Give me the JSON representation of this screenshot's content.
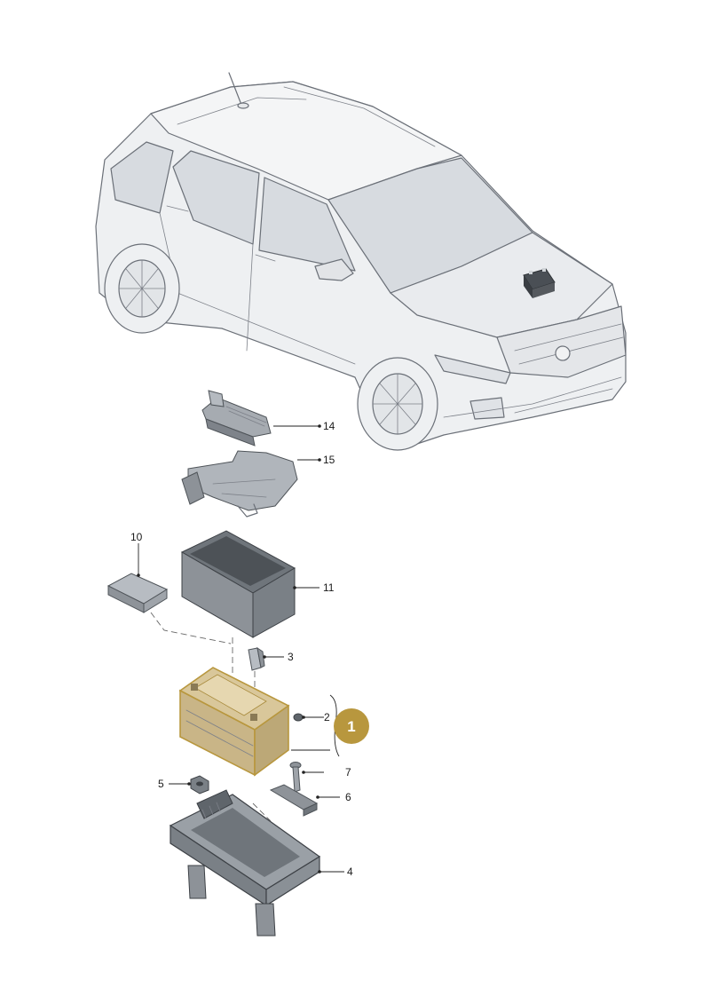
{
  "callouts": {
    "c1": "1",
    "c2": "2",
    "c3": "3",
    "c4": "4",
    "c5": "5",
    "c6": "6",
    "c7": "7",
    "c10": "10",
    "c11": "11",
    "c14": "14",
    "c15": "15"
  },
  "colors": {
    "badge": "#b8973e",
    "battery_highlight": "#d9c79a",
    "car_body": "#eef0f2",
    "glass": "#d7dbe0",
    "part_fill": "#9aa0a6",
    "part_dark": "#5f656b"
  }
}
